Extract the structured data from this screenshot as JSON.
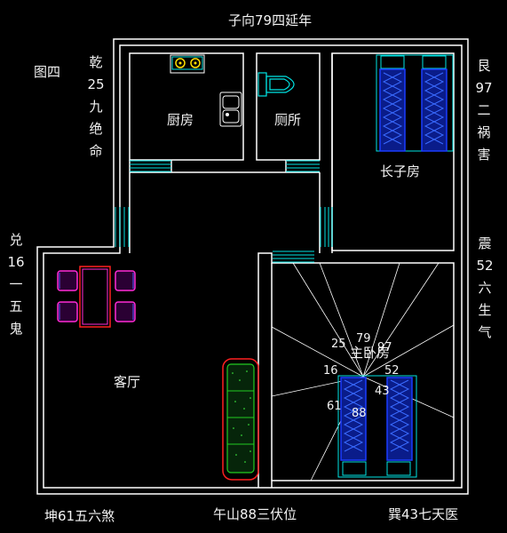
{
  "directions": {
    "north": "子向79四延年",
    "south": "午山88三伏位",
    "southwest": "坤61五六煞",
    "southeast": "巽43七天医",
    "northwest": "乾25九绝命",
    "northeast": "艮97二祸害",
    "west": "兑16一五鬼",
    "east": "震52六生气"
  },
  "diagram_label": "图四",
  "rooms": {
    "kitchen": "厨房",
    "toilet": "厕所",
    "eldest_son_room": "长子房",
    "master_bedroom": "主卧房",
    "living_room": "客厅"
  },
  "compass_numbers": {
    "n": "79",
    "nw": "25",
    "ne": "97",
    "w": "16",
    "e": "52",
    "sw": "61",
    "s": "88",
    "se": "43"
  },
  "colors": {
    "background": "#000000",
    "walls": "#ffffff",
    "window": "#00e5e5",
    "bed": "#1a3cff",
    "table": "#ff2bd6",
    "sofa": "#ff2020",
    "sofa_fill": "#22cc22"
  }
}
